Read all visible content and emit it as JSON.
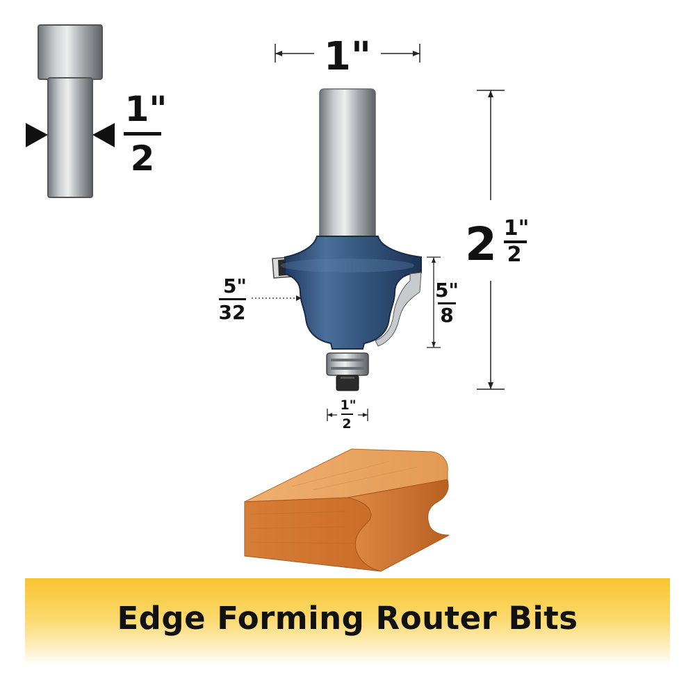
{
  "shank": {
    "numerator": "1\"",
    "denominator": "2"
  },
  "overall_diameter": {
    "label": "1\""
  },
  "overall_length": {
    "whole": "2",
    "numerator": "1\"",
    "denominator": "2"
  },
  "cutting_length": {
    "numerator": "5\"",
    "denominator": "8"
  },
  "radius": {
    "numerator": "5\"",
    "denominator": "32"
  },
  "bearing": {
    "numerator": "1\"",
    "denominator": "2"
  },
  "banner": {
    "title": "Edge Forming Router Bits"
  },
  "colors": {
    "steel": "#9ea2a6",
    "carbide_body": "#2f4f7a",
    "wood": "#d9823f",
    "banner": "#f7c531"
  }
}
